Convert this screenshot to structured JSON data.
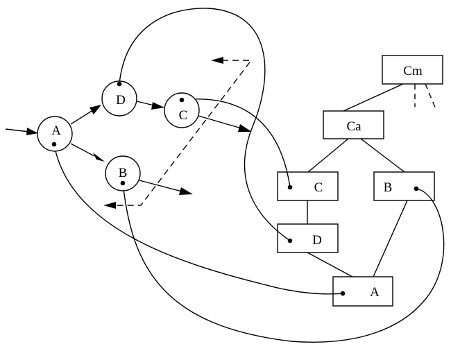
{
  "graph": {
    "nodes": {
      "a": "A",
      "b": "B",
      "c": "C",
      "d": "D"
    }
  },
  "tree": {
    "cm": "Cm",
    "ca": "Ca",
    "c": "C",
    "b": "B",
    "d": "D",
    "a": "A"
  }
}
